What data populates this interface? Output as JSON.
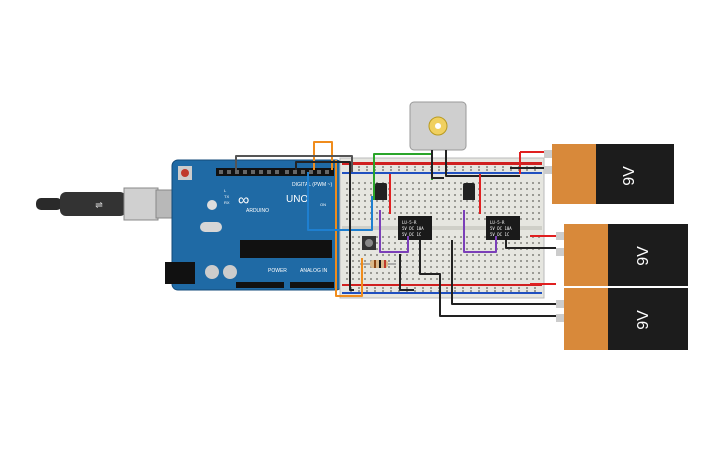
{
  "arduino": {
    "brand_label": "ARDUINO",
    "model_label": "UNO",
    "digital_label": "DIGITAL (PWM ~)",
    "power_label": "POWER",
    "analog_label": "ANALOG IN",
    "tx_label": "TX",
    "rx_label": "RX",
    "l_label": "L",
    "on_label": "ON"
  },
  "relays": [
    {
      "line1": "LU-5-R",
      "line2": "5V DC 10A",
      "line3": "5V DC 1C"
    },
    {
      "line1": "LU-5-R",
      "line2": "5V DC 10A",
      "line3": "5V DC 1C"
    }
  ],
  "batteries": [
    {
      "label": "9V"
    },
    {
      "label": "9V"
    },
    {
      "label": "9V"
    }
  ],
  "colors": {
    "arduino_blue": "#1f6aa5",
    "breadboard": "#e6e6e0",
    "battery_orange": "#d8893a",
    "battery_black": "#1c1c1c",
    "wire_red": "#e02020",
    "wire_black": "#222222",
    "wire_green": "#2aa52a",
    "wire_blue": "#1e7fd0",
    "wire_orange": "#f08c1c",
    "wire_purple": "#7b3fb8",
    "wire_grey": "#666666"
  },
  "components": {
    "usb_cable": "usb-cable",
    "dc_motor": "dc-motor",
    "push_button": "push-button",
    "resistor": "resistor",
    "transistors": [
      "npn-transistor",
      "npn-transistor"
    ]
  }
}
